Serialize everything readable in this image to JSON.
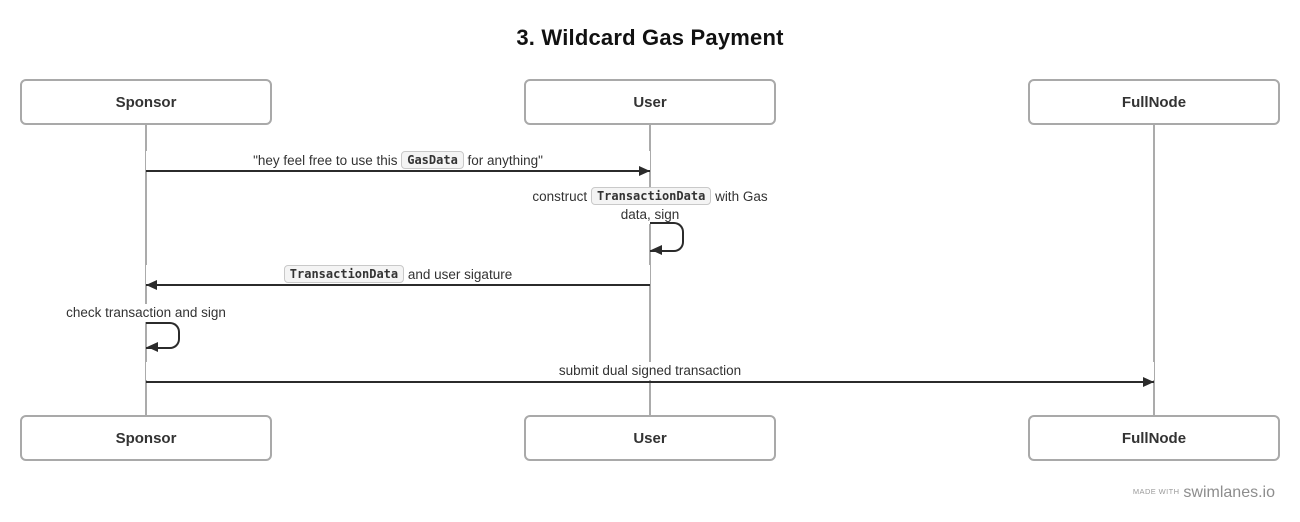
{
  "title": "3. Wildcard Gas Payment",
  "diagram_type": "sequence",
  "actors": {
    "sponsor": "Sponsor",
    "user": "User",
    "fullnode": "FullNode"
  },
  "messages": {
    "m1": {
      "from": "Sponsor",
      "to": "User",
      "pre": "\"hey feel free to use this ",
      "code": "GasData",
      "post": " for anything\""
    },
    "m2": {
      "from": "User",
      "to": "User",
      "pre": "construct ",
      "code": "TransactionData",
      "post": " with Gas data, sign"
    },
    "m3": {
      "from": "User",
      "to": "Sponsor",
      "pre": "",
      "code": "TransactionData",
      "post": " and user sigature"
    },
    "m4": {
      "from": "Sponsor",
      "to": "Sponsor",
      "text": "check transaction and sign"
    },
    "m5": {
      "from": "Sponsor",
      "to": "FullNode",
      "text": "submit dual signed transaction"
    }
  },
  "footer": {
    "made_with": "MADE WITH",
    "brand": "swimlanes.io"
  },
  "colors": {
    "arrow": "#2b2b2b",
    "lifeline": "#ababab",
    "box_border": "#a9a9a9",
    "text": "#333333",
    "chip_bg": "#f4f4f4",
    "chip_border": "#c9c9c9"
  }
}
